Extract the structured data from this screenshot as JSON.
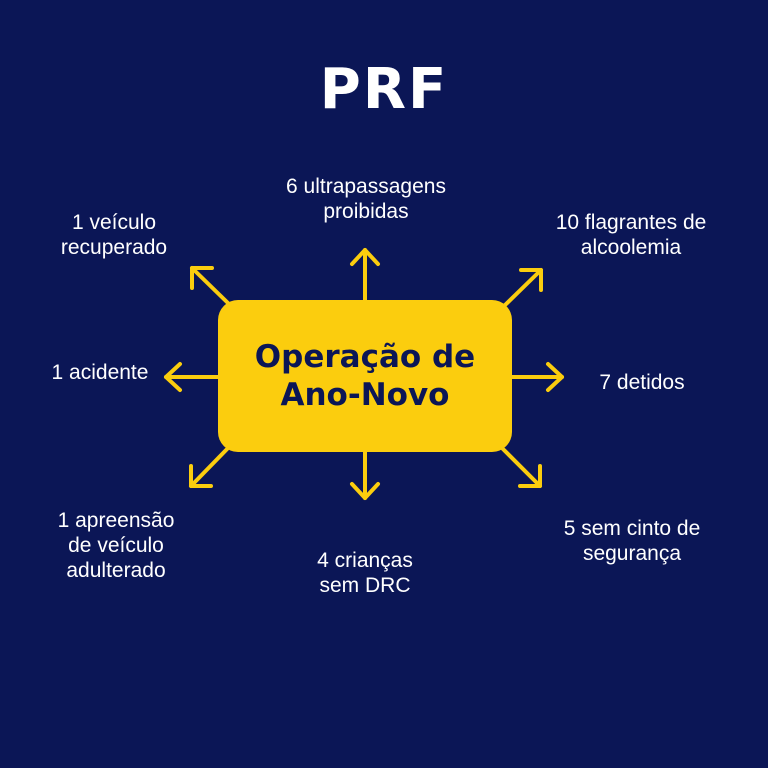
{
  "logo": {
    "text": "PRF"
  },
  "center": {
    "label": "Operação de\nAno-Novo"
  },
  "colors": {
    "background": "#0b1656",
    "accent": "#fbcd0e",
    "text": "#ffffff"
  },
  "items": [
    {
      "id": "top",
      "text": "6 ultrapassagens\nproibidas"
    },
    {
      "id": "top_right",
      "text": "10 flagrantes de\nalcoolemia"
    },
    {
      "id": "right",
      "text": "7 detidos"
    },
    {
      "id": "bottom_right",
      "text": "5 sem cinto de\nsegurança"
    },
    {
      "id": "bottom",
      "text": "4 crianças\nsem DRC"
    },
    {
      "id": "bottom_left",
      "text": "1 apreensão\nde veículo\nadulterado"
    },
    {
      "id": "left",
      "text": "1 acidente"
    },
    {
      "id": "top_left",
      "text": "1 veículo\nrecuperado"
    }
  ]
}
